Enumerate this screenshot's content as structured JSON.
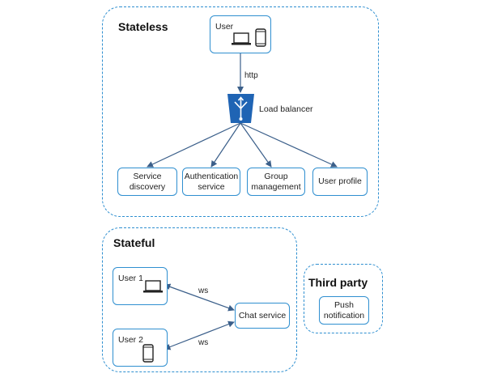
{
  "regions": {
    "stateless": "Stateless",
    "stateful": "Stateful",
    "third_party": "Third party"
  },
  "nodes": {
    "user": "User",
    "load_balancer": "Load balancer",
    "service_discovery": "Service discovery",
    "authentication_service": "Authentication service",
    "group_management": "Group management",
    "user_profile": "User profile",
    "user1": "User 1",
    "user2": "User 2",
    "chat_service": "Chat service",
    "push_notification": "Push notification"
  },
  "edges": {
    "http": "http",
    "ws1": "ws",
    "ws2": "ws"
  },
  "colors": {
    "accent": "#2f8fd0",
    "lb_fill": "#1f64b4",
    "arrow": "#3b5f8a"
  }
}
